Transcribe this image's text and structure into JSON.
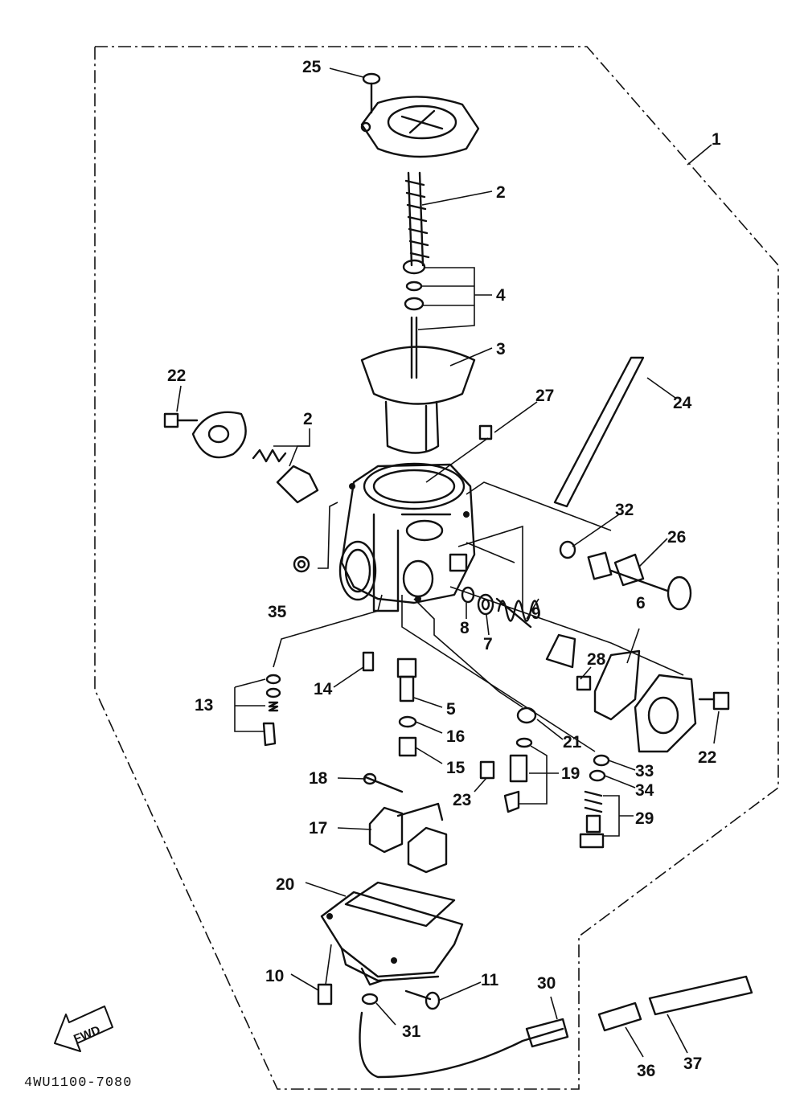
{
  "diagram": {
    "callouts": [
      "25",
      "1",
      "2",
      "4",
      "3",
      "22",
      "2",
      "27",
      "24",
      "32",
      "26",
      "35",
      "9",
      "8",
      "7",
      "28",
      "6",
      "14",
      "13",
      "5",
      "16",
      "21",
      "22",
      "15",
      "23",
      "19",
      "33",
      "34",
      "18",
      "29",
      "17",
      "20",
      "10",
      "11",
      "31",
      "30",
      "36",
      "37"
    ],
    "fwd_label": "FWD",
    "document_code": "4WU1100-7080"
  }
}
